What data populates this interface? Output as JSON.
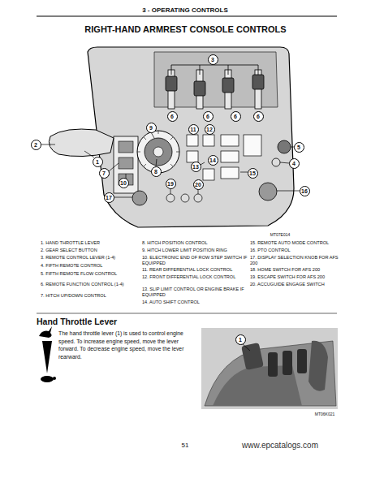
{
  "diagram": {
    "title": "RIGHT-HAND ARMREST CONSOLE CONTROLS",
    "labels": [
      "3 - OPERATING CONTROLS",
      "3",
      "2",
      "1",
      "9",
      "6",
      "6",
      "6",
      "6",
      "11",
      "12",
      "7",
      "10",
      "8",
      "14",
      "13",
      "5",
      "4",
      "15",
      "16",
      "17",
      "19",
      "20",
      "MT07E014",
      "1. HAND THROTTLE LEVER",
      "2. GEAR SELECT BUTTON",
      "3. REMOTE CONTROL LEVER (1-4)",
      "4. FIFTH REMOTE CONTROL",
      "5. FIFTH REMOTE FLOW CONTROL",
      "6. REMOTE FUNCTION CONTROL (1-4)",
      "7. HITCH UP/DOWN CONTROL",
      "8. HITCH POSITION CONTROL",
      "9. HITCH LOWER LIMIT POSITION RING",
      "10. ELECTRONIC END OF ROW STEP SWITCH IF EQUIPPED",
      "11. REAR DIFFERENTIAL LOCK CONTROL",
      "12. FRONT DIFFERENTIAL LOCK CONTROL",
      "13. SLIP LIMIT CONTROL OR ENGINE BRAKE IF EQUIPPED",
      "14. AUTO SHIFT CONTROL",
      "15. REMOTE AUTO MODE CONTROL",
      "16. PTO CONTROL",
      "17. DISPLAY SELECTION KNOB FOR AFS 200",
      "18. HOME SWITCH FOR AFS 200",
      "19. ESCAPE SWITCH FOR AFS 200",
      "20. ACCUGUIDE ENGAGE SWITCH",
      "Hand Throttle Lever",
      "The hand throttle lever (1) is used to control engine speed. To increase engine speed, move the lever forward. To decrease engine speed, move the lever rearward.",
      "1",
      "MT06K021",
      "51",
      "www.epcatalogs.com"
    ]
  }
}
